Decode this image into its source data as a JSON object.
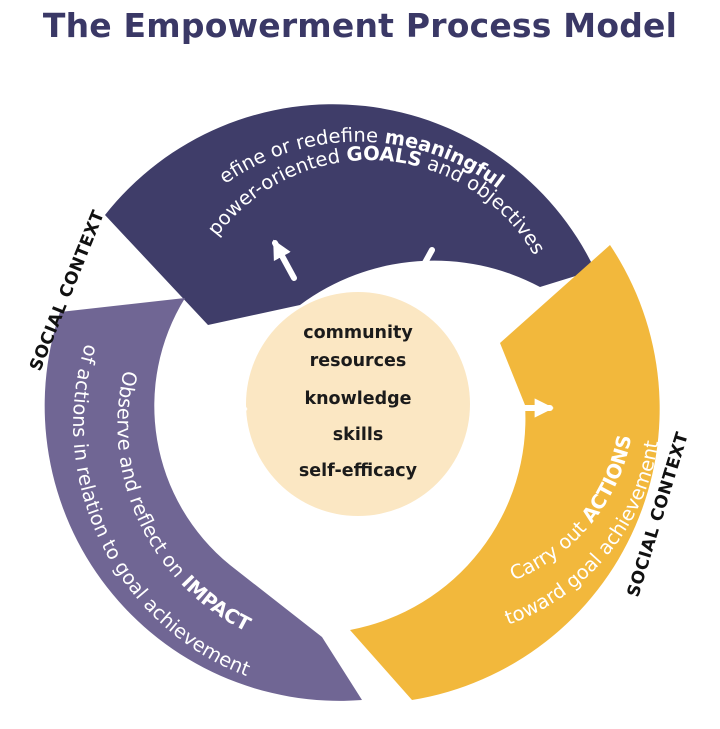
{
  "title": "The Empowerment Process Model",
  "social_context_label": "SOCIAL CONTEXT",
  "segments": {
    "goals": {
      "line1_plain": "Define or redefine ",
      "line1_bold": "meaningful,",
      "line2_plain_a": "power-oriented ",
      "line2_bold": "GOALS",
      "line2_plain_b": " and objectives",
      "color": "#3f3d69"
    },
    "actions": {
      "line1_plain": "Carry out ",
      "line1_bold": "ACTIONS",
      "line2_plain": "toward goal achievement",
      "color": "#f2b83c"
    },
    "impact": {
      "line1_plain": "Observe and reflect on ",
      "line1_bold": "IMPACT",
      "line2_plain": "of actions in relation to goal achievement",
      "color": "#706694"
    }
  },
  "core": {
    "items": [
      "community",
      "resources",
      "knowledge",
      "skills",
      "self-efficacy"
    ],
    "color": "#fbe7c3"
  }
}
